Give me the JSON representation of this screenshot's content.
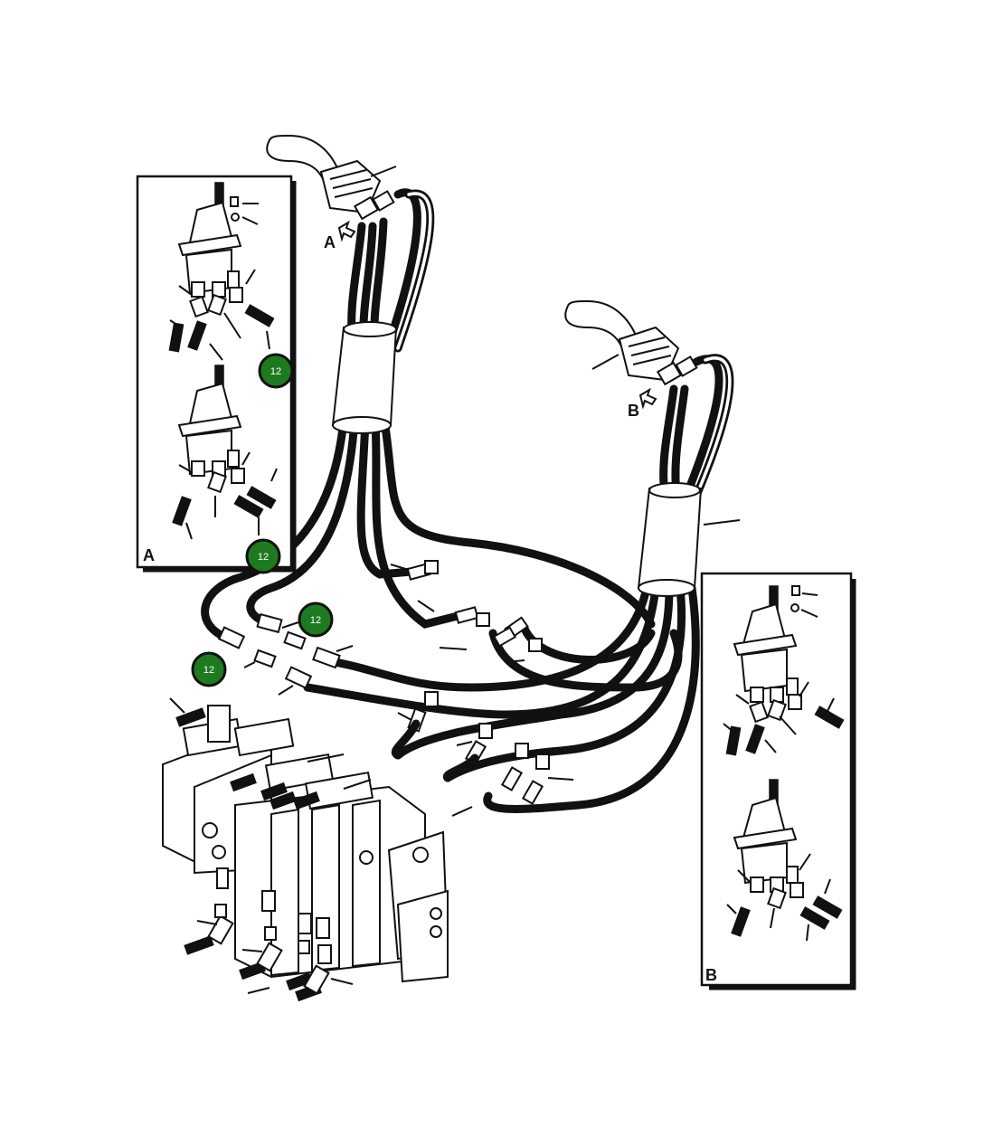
{
  "detail_panels": [
    {
      "id": "A",
      "label": "A"
    },
    {
      "id": "B",
      "label": "B"
    }
  ],
  "view_markers": [
    {
      "id": "A",
      "label": "A"
    },
    {
      "id": "B",
      "label": "B"
    }
  ],
  "reference_callouts": [
    {
      "id": "panel-a-top",
      "label": "12"
    },
    {
      "id": "panel-a-bottom",
      "label": "12"
    },
    {
      "id": "hose-joint-upper",
      "label": "12"
    },
    {
      "id": "hose-joint-lower",
      "label": "12"
    }
  ],
  "colors": {
    "callout_fill": "#1e7a1e",
    "line": "#111111",
    "background": "#ffffff"
  }
}
